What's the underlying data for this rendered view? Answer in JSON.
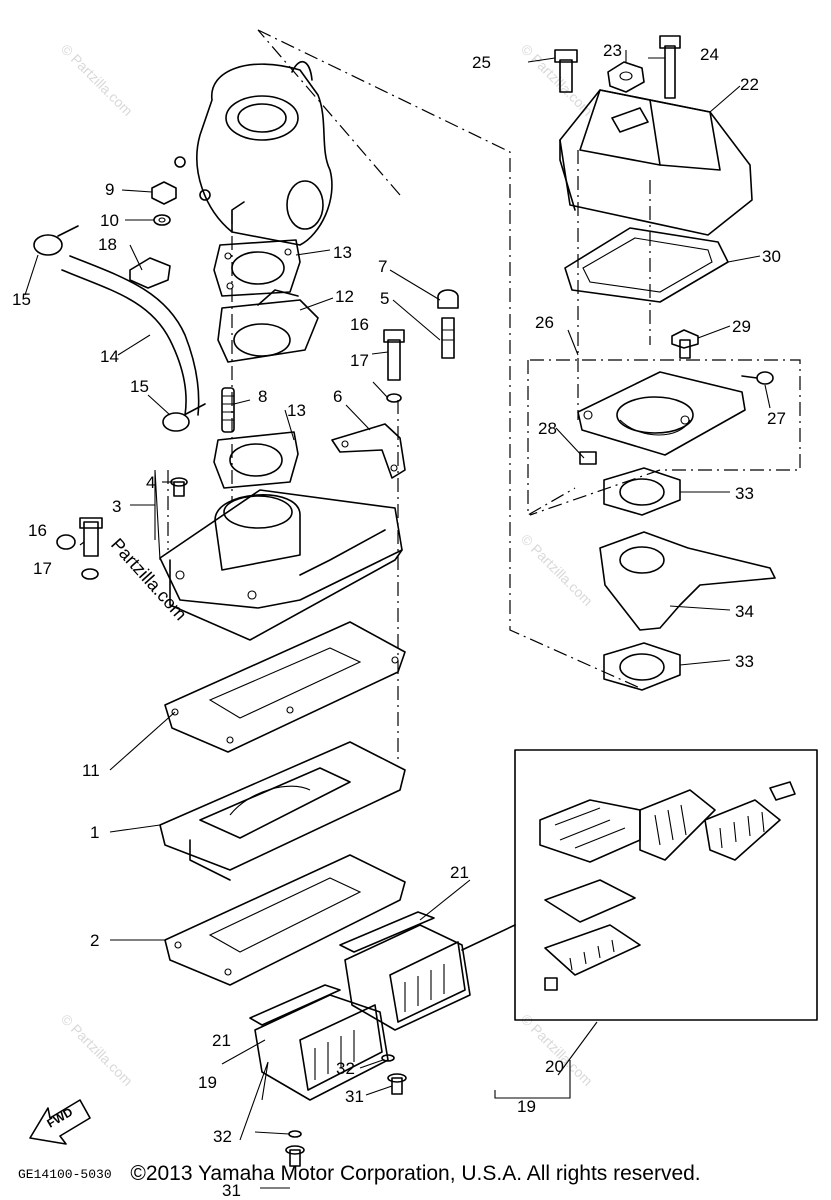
{
  "diagram": {
    "part_callouts": [
      "1",
      "2",
      "3",
      "4",
      "5",
      "6",
      "7",
      "8",
      "9",
      "10",
      "11",
      "12",
      "13",
      "14",
      "15",
      "16",
      "17",
      "18",
      "19",
      "20",
      "21",
      "22",
      "23",
      "24",
      "25",
      "26",
      "27",
      "28",
      "29",
      "30",
      "31",
      "32",
      "33",
      "34"
    ],
    "labels": {
      "p1": "1",
      "p2": "2",
      "p3": "3",
      "p4": "4",
      "p5": "5",
      "p6": "6",
      "p7": "7",
      "p8": "8",
      "p9": "9",
      "p10": "10",
      "p11": "11",
      "p12": "12",
      "p13a": "13",
      "p13b": "13",
      "p14": "14",
      "p15a": "15",
      "p15b": "15",
      "p16a": "16",
      "p16b": "16",
      "p17a": "17",
      "p17b": "17",
      "p18": "18",
      "p19a": "19",
      "p19b": "19",
      "p20": "20",
      "p21a": "21",
      "p21b": "21",
      "p22": "22",
      "p23": "23",
      "p24": "24",
      "p25": "25",
      "p26": "26",
      "p27": "27",
      "p28": "28",
      "p29": "29",
      "p30": "30",
      "p31a": "31",
      "p31b": "31",
      "p32a": "32",
      "p32b": "32",
      "p33a": "33",
      "p33b": "33",
      "p34": "34"
    },
    "fwd_label": "FWD",
    "drawing_code": "GE14100-5030",
    "watermark": "Partzilla.com",
    "watermark_faint": "© Partzilla.com"
  },
  "footer": {
    "copyright": "©2013 Yamaha Motor Corporation, U.S.A. All rights reserved."
  }
}
